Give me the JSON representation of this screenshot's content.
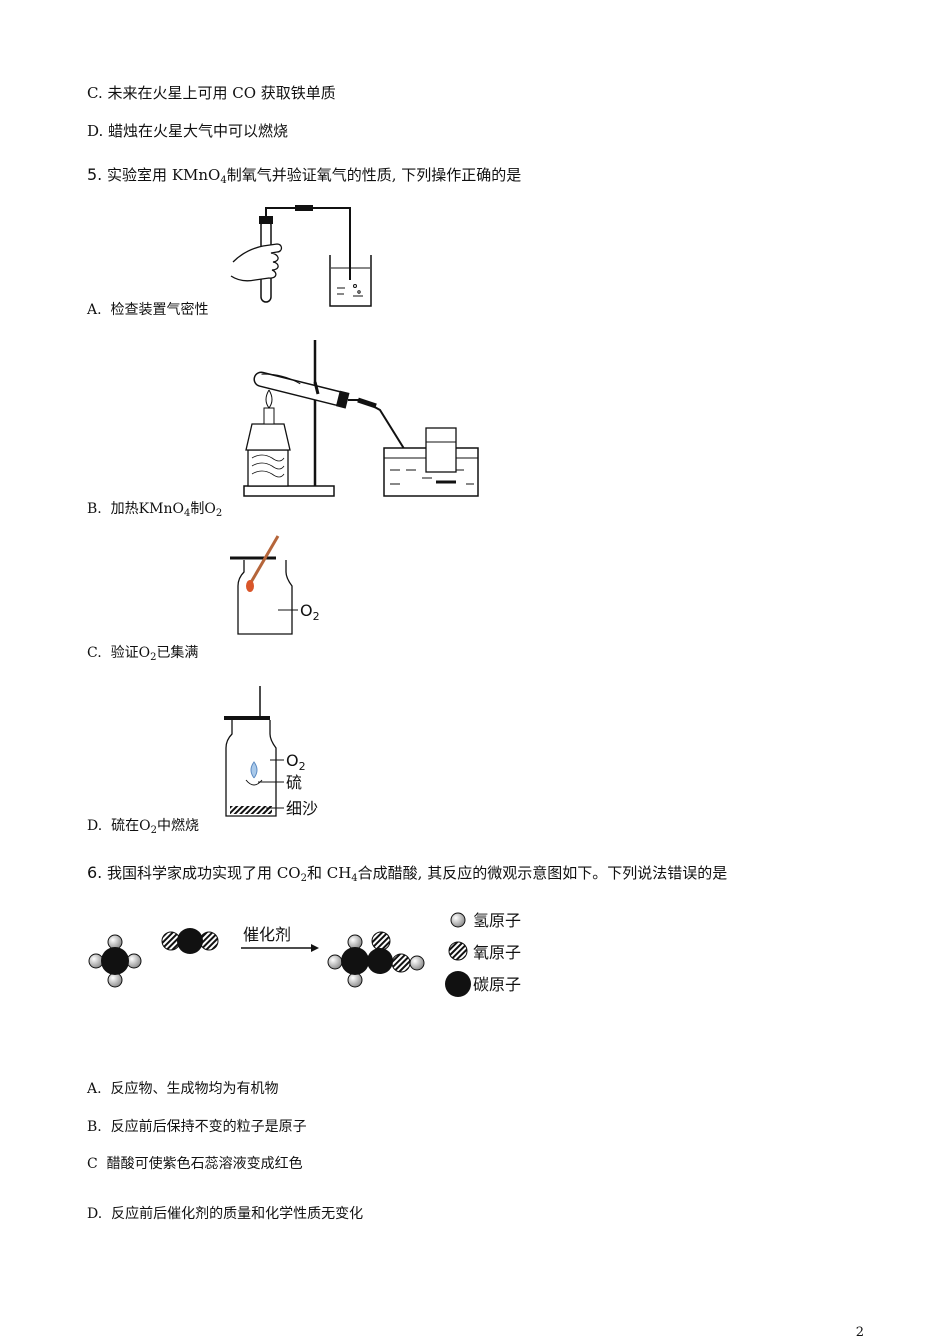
{
  "q4": {
    "option_c": "C. 未来在火星上可用 CO 获取铁单质",
    "option_d": "D. 蜡烛在火星大气中可以燃烧"
  },
  "q5": {
    "number": "5.",
    "stem_a": "实验室用 KMnO",
    "stem_sub": "4",
    "stem_b": "制氧气并验证氧气的性质, 下列操作正确的是",
    "options": {
      "a": {
        "letter": "A.",
        "text": "检查装置气密性"
      },
      "b": {
        "letter": "B.",
        "text_a": "加热KMnO",
        "sub1": "4",
        "text_b": "制O",
        "sub2": "2"
      },
      "c": {
        "letter": "C.",
        "text_a": "验证O",
        "sub1": "2",
        "text_b": "已集满"
      },
      "d": {
        "letter": "D.",
        "text_a": "硫在O",
        "sub1": "2",
        "text_b": "中燃烧"
      }
    },
    "fig_c_label": "O",
    "fig_c_label_sub": "2",
    "fig_d_labels": {
      "o2": "O",
      "o2_sub": "2",
      "sulfur": "硫",
      "sand": "细沙"
    }
  },
  "q6": {
    "number": "6.",
    "stem_a": "我国科学家成功实现了用 CO",
    "sub1": "2",
    "stem_b": "和 CH",
    "sub2": "4",
    "stem_c": "合成醋酸, 其反应的微观示意图如下。下列说法错误的是",
    "catalyst": "催化剂",
    "legend": {
      "hydrogen": "氢原子",
      "oxygen": "氧原子",
      "carbon": "碳原子"
    },
    "options": {
      "a": {
        "letter": "A.",
        "text": "反应物、生成物均为有机物"
      },
      "b": {
        "letter": "B.",
        "text": "反应前后保持不变的粒子是原子"
      },
      "c": {
        "letter": "C",
        "text": "醋酸可使紫色石蕊溶液变成红色"
      },
      "d": {
        "letter": "D.",
        "text": "反应前后催化剂的质量和化学性质无变化"
      }
    }
  },
  "page_number": "2"
}
